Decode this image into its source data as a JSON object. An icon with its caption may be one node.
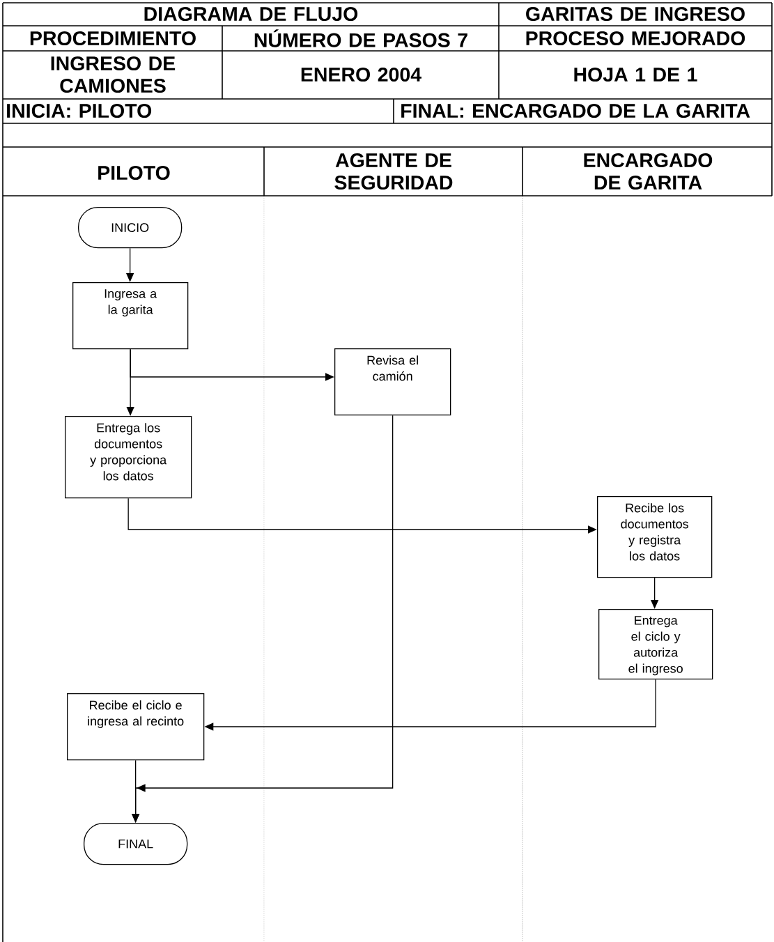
{
  "diagram": {
    "nodes": [
      {
        "text": [
          "INICIO"
        ]
      },
      {
        "text": [
          "Ingresa a la garita"
        ]
      },
      {
        "text": [
          "Revisa el camión"
        ]
      },
      {
        "text": [
          "Entrega los documentos y proporciona los datos"
        ]
      },
      {
        "text": [
          "Recibe los documentos y registra los datos"
        ]
      },
      {
        "text": [
          "Entrega el ciclo y autoriza el ingreso"
        ]
      },
      {
        "text": [
          "Recibe el ciclo e ingresa al recinto"
        ]
      },
      {
        "text": [
          "FINAL"
        ]
      }
    ],
    "edges": [
      {
        "from": 0,
        "to": 1,
        "arrow": "to"
      },
      {
        "from": 1,
        "to": 2,
        "arrow": "to"
      },
      {
        "from": 1,
        "to": 3,
        "arrow": "to"
      },
      {
        "from": 3,
        "to": 4,
        "arrow": "to"
      },
      {
        "from": 4,
        "to": 5,
        "arrow": "to"
      },
      {
        "from": 5,
        "to": 6,
        "arrow": "to"
      },
      {
        "from": 2,
        "to": 7,
        "arrow": "to"
      },
      {
        "from": 6,
        "to": 7,
        "arrow": "to"
      }
    ],
    "labels": [
      "DIAGRAMA DE FLUJO",
      "GARITAS DE INGRESO",
      "PROCEDIMIENTO",
      "NÚMERO DE PASOS 7",
      "PROCESO MEJORADO",
      "INGRESO DE CAMIONES",
      "ENERO 2004",
      "HOJA 1 DE 1",
      "INICIA: PILOTO",
      "FINAL: ENCARGADO DE LA GARITA",
      "PILOTO",
      "AGENTE DE SEGURIDAD",
      "ENCARGADO DE GARITA"
    ]
  }
}
